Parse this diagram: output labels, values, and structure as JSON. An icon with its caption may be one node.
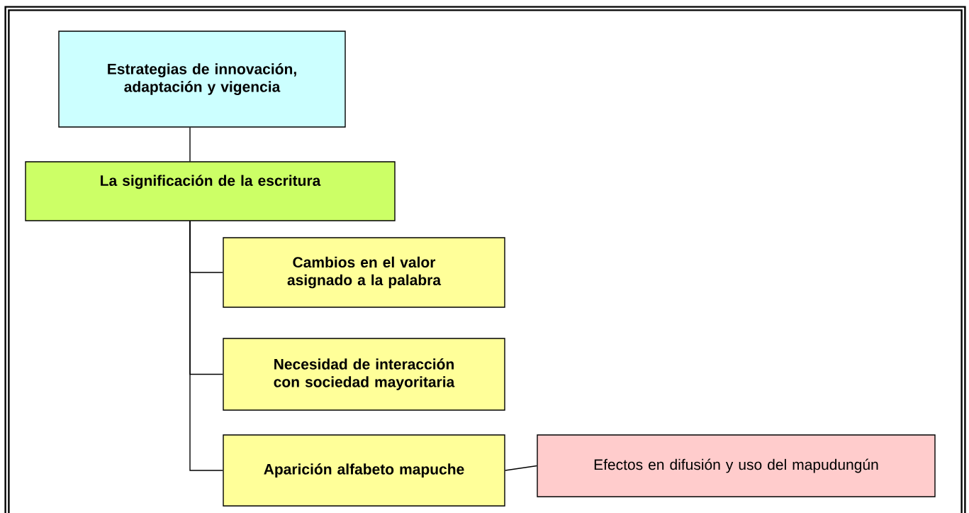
{
  "diagram": {
    "nodes": [
      {
        "text": [
          "Estrategias de innovación, adaptación y vigencia"
        ]
      },
      {
        "text": [
          "La significación de la escritura"
        ]
      },
      {
        "text": [
          "Cambios en el valor asignado a la palabra"
        ]
      },
      {
        "text": [
          "Necesidad de interacción con sociedad mayoritaria"
        ]
      },
      {
        "text": [
          "Aparición alfabeto mapuche"
        ]
      },
      {
        "text": [
          "Efectos en difusión y uso del mapudungún"
        ]
      }
    ],
    "edges": [
      {
        "from": 0,
        "to": 1,
        "arrow": "none"
      },
      {
        "from": 1,
        "to": 2,
        "arrow": "none"
      },
      {
        "from": 1,
        "to": 3,
        "arrow": "none"
      },
      {
        "from": 1,
        "to": 4,
        "arrow": "none"
      },
      {
        "from": 4,
        "to": 5,
        "arrow": "none"
      }
    ]
  }
}
